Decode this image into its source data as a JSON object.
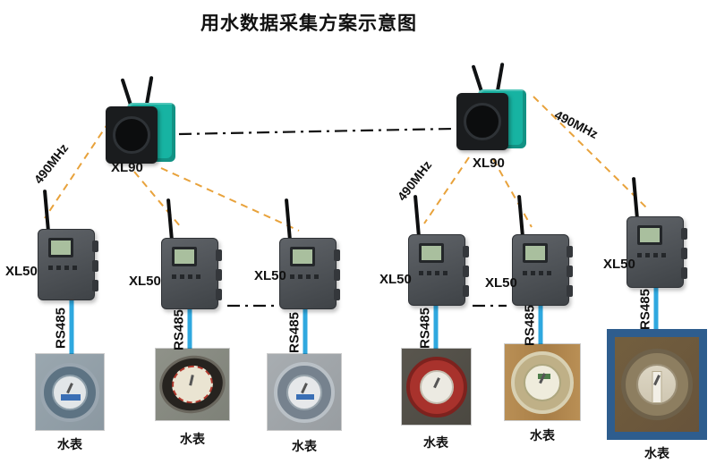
{
  "title": "用水数据采集方案示意图",
  "gateways": [
    {
      "label": "XL90"
    },
    {
      "label": "XL90"
    }
  ],
  "collectors": [
    {
      "label": "XL50"
    },
    {
      "label": "XL50"
    },
    {
      "label": "XL50"
    },
    {
      "label": "XL50"
    },
    {
      "label": "XL50"
    },
    {
      "label": "XL50"
    }
  ],
  "meters": [
    {
      "label": "水表"
    },
    {
      "label": "水表"
    },
    {
      "label": "水表"
    },
    {
      "label": "水表"
    },
    {
      "label": "水表"
    },
    {
      "label": "水表"
    }
  ],
  "rf_links": [
    {
      "label": "490MHz"
    },
    {
      "label": "490MHz"
    },
    {
      "label": "490MHz"
    }
  ],
  "bus_links": [
    {
      "label": "RS485"
    },
    {
      "label": "RS485"
    },
    {
      "label": "RS485"
    },
    {
      "label": "RS485"
    },
    {
      "label": "RS485"
    },
    {
      "label": "RS485"
    }
  ],
  "colors": {
    "rf_dashed": "#E8A23B",
    "rs485_line": "#2FA8DF",
    "backbone_dashdot": "#111111",
    "xl90_body": "#17B3A2",
    "xl50_body": "#4A4E53"
  }
}
